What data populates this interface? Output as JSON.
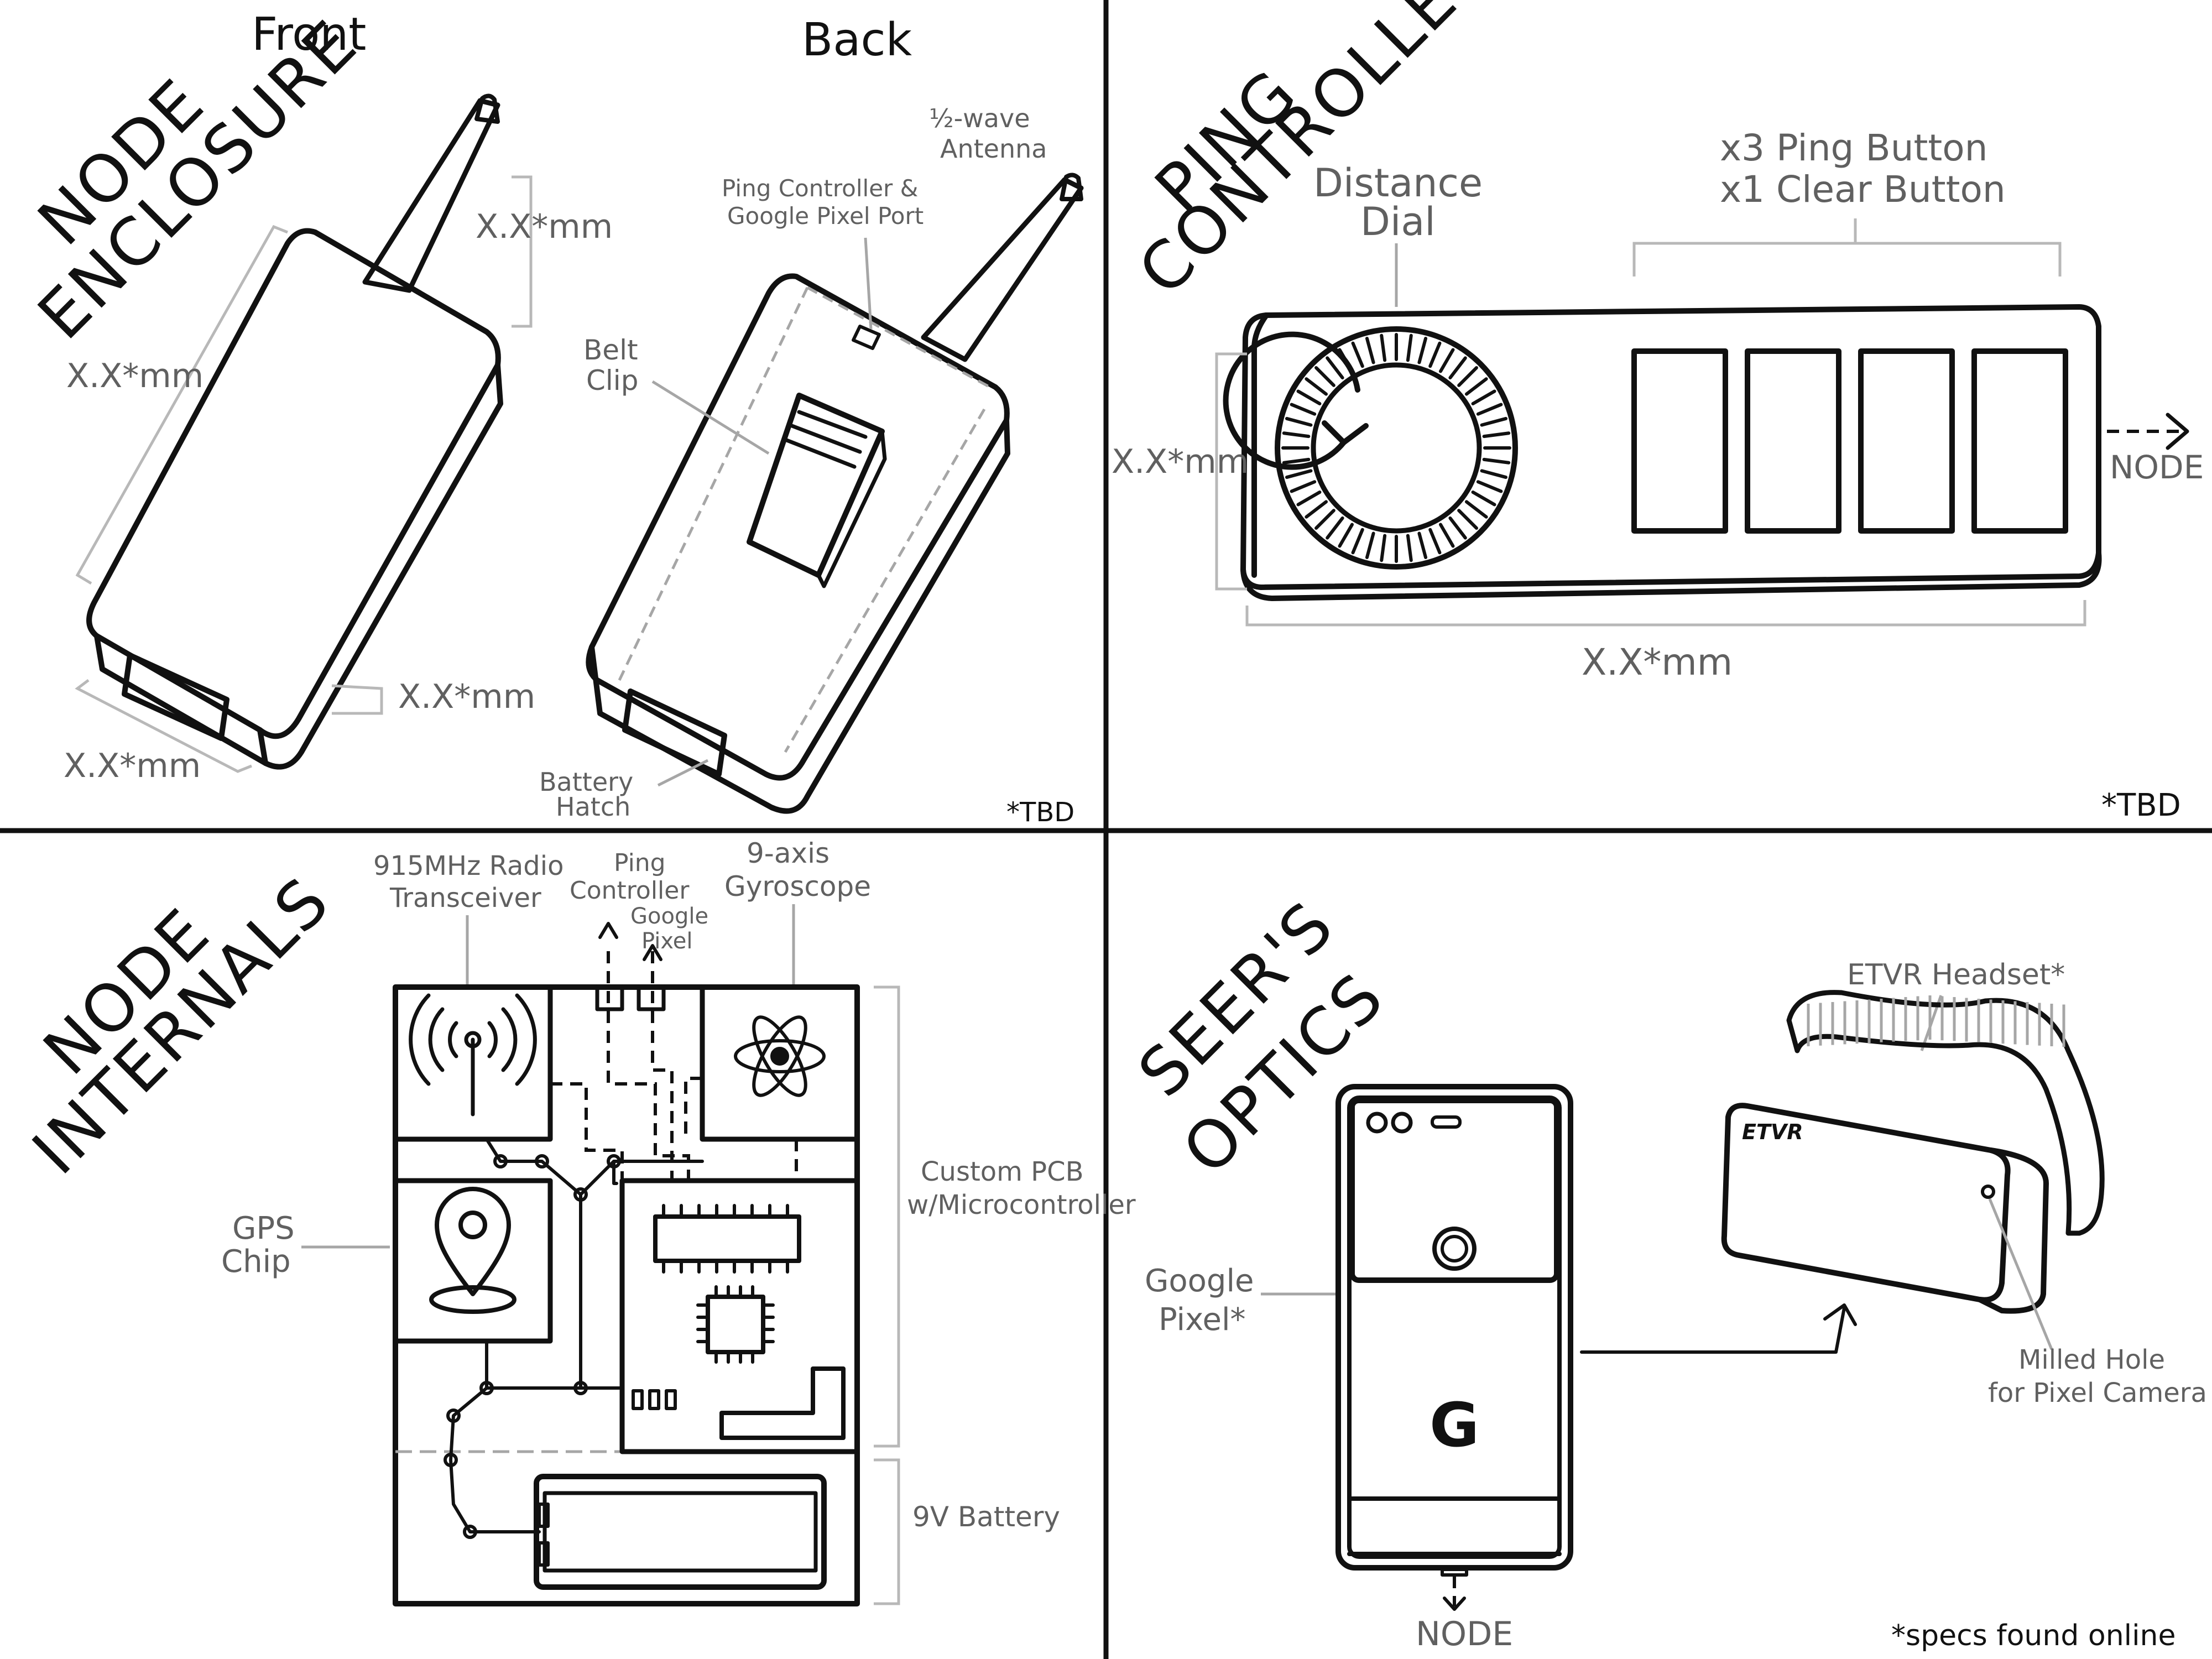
{
  "panels": {
    "node_enclosure": {
      "title_line1": "NODE",
      "title_line2": "ENCLOSURE",
      "front_label": "Front",
      "back_label": "Back",
      "dim_antenna": "X.X*mm",
      "dim_length": "X.X*mm",
      "dim_depth": "X.X*mm",
      "dim_width": "X.X*mm",
      "antenna_label_1": "½-wave",
      "antenna_label_2": "Antenna",
      "port_label_1": "Ping Controller &",
      "port_label_2": "Google Pixel Port",
      "belt_clip_1": "Belt",
      "belt_clip_2": "Clip",
      "battery_hatch_1": "Battery",
      "battery_hatch_2": "Hatch",
      "footnote": "*TBD"
    },
    "ping_controller": {
      "title_line1": "PING",
      "title_line2": "CONTROLLER",
      "dial_label_1": "Distance",
      "dial_label_2": "Dial",
      "buttons_label_1": "x3 Ping Button",
      "buttons_label_2": "x1 Clear Button",
      "dim_height": "X.X*mm",
      "dim_width": "X.X*mm",
      "node_link": "NODE",
      "footnote": "*TBD"
    },
    "node_internals": {
      "title_line1": "NODE",
      "title_line2": "INTERNALS",
      "radio_1": "915MHz Radio",
      "radio_2": "Transceiver",
      "ping_1": "Ping",
      "ping_2": "Controller",
      "pixel_1": "Google",
      "pixel_2": "Pixel",
      "gyro_1": "9-axis",
      "gyro_2": "Gyroscope",
      "gps_1": "GPS",
      "gps_2": "Chip",
      "pcb_1": "Custom PCB",
      "pcb_2": "w/Microcontroller",
      "battery": "9V Battery"
    },
    "seers_optics": {
      "title_line1": "SEER'S",
      "title_line2": "OPTICS",
      "headset_label": "ETVR Headset*",
      "headset_brand": "ETVR",
      "pixel_label_1": "Google",
      "pixel_label_2": "Pixel*",
      "phone_logo": "G",
      "hole_1": "Milled Hole",
      "hole_2": "for Pixel Camera",
      "node_link": "NODE",
      "footnote": "*specs found online"
    }
  }
}
